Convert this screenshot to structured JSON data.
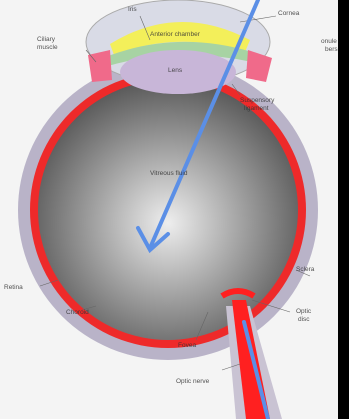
{
  "diagram": {
    "labels": {
      "iris": "Iris",
      "cornea": "Cornea",
      "anterior_chamber": "Anterior chamber",
      "ciliary_muscle_1": "Ciliary",
      "ciliary_muscle_2": "muscle",
      "zonule_fibers_1": "onule",
      "zonule_fibers_2": "bers",
      "lens": "Lens",
      "suspensory_ligament_1": "Suspensory",
      "suspensory_ligament_2": "ligament",
      "vitreous_fluid": "Vitreous fluid",
      "sclera": "Sclera",
      "retina": "Retina",
      "optic_disc_1": "Optic",
      "optic_disc_2": "disc",
      "choroid": "Choroid",
      "fovea": "Fovea",
      "optic_nerve": "Optic nerve"
    },
    "colors": {
      "background_panel": "#f4f4f4",
      "sclera": "#b9b3c8",
      "choroid": "#ee2a2a",
      "vitreous_center": "#eeeeee",
      "vitreous_edge": "#5a5a5a",
      "lens": "#c8b6d8",
      "anterior_chamber": "#f3ef5a",
      "iris": "#a7d3a3",
      "ciliary_muscle": "#f06a8a",
      "optic_nerve": "#ff2020",
      "arrow": "#5b8fe6"
    }
  }
}
